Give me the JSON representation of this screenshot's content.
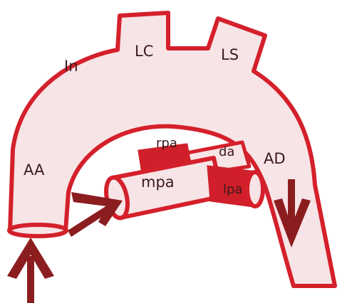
{
  "labels": {
    "in": "In",
    "lc": "LC",
    "ls": "LS",
    "aa": "AA",
    "ad": "AD",
    "rpa": "rpa",
    "da": "da",
    "mpa": "mpa",
    "lpa": "lpa"
  },
  "colors": {
    "vessel_fill": "#f7e4e6",
    "vessel_stroke": "#d4202b",
    "solid_red": "#d01f2a",
    "arrow": "#8c1d1f",
    "text": "#3b1a1c"
  }
}
